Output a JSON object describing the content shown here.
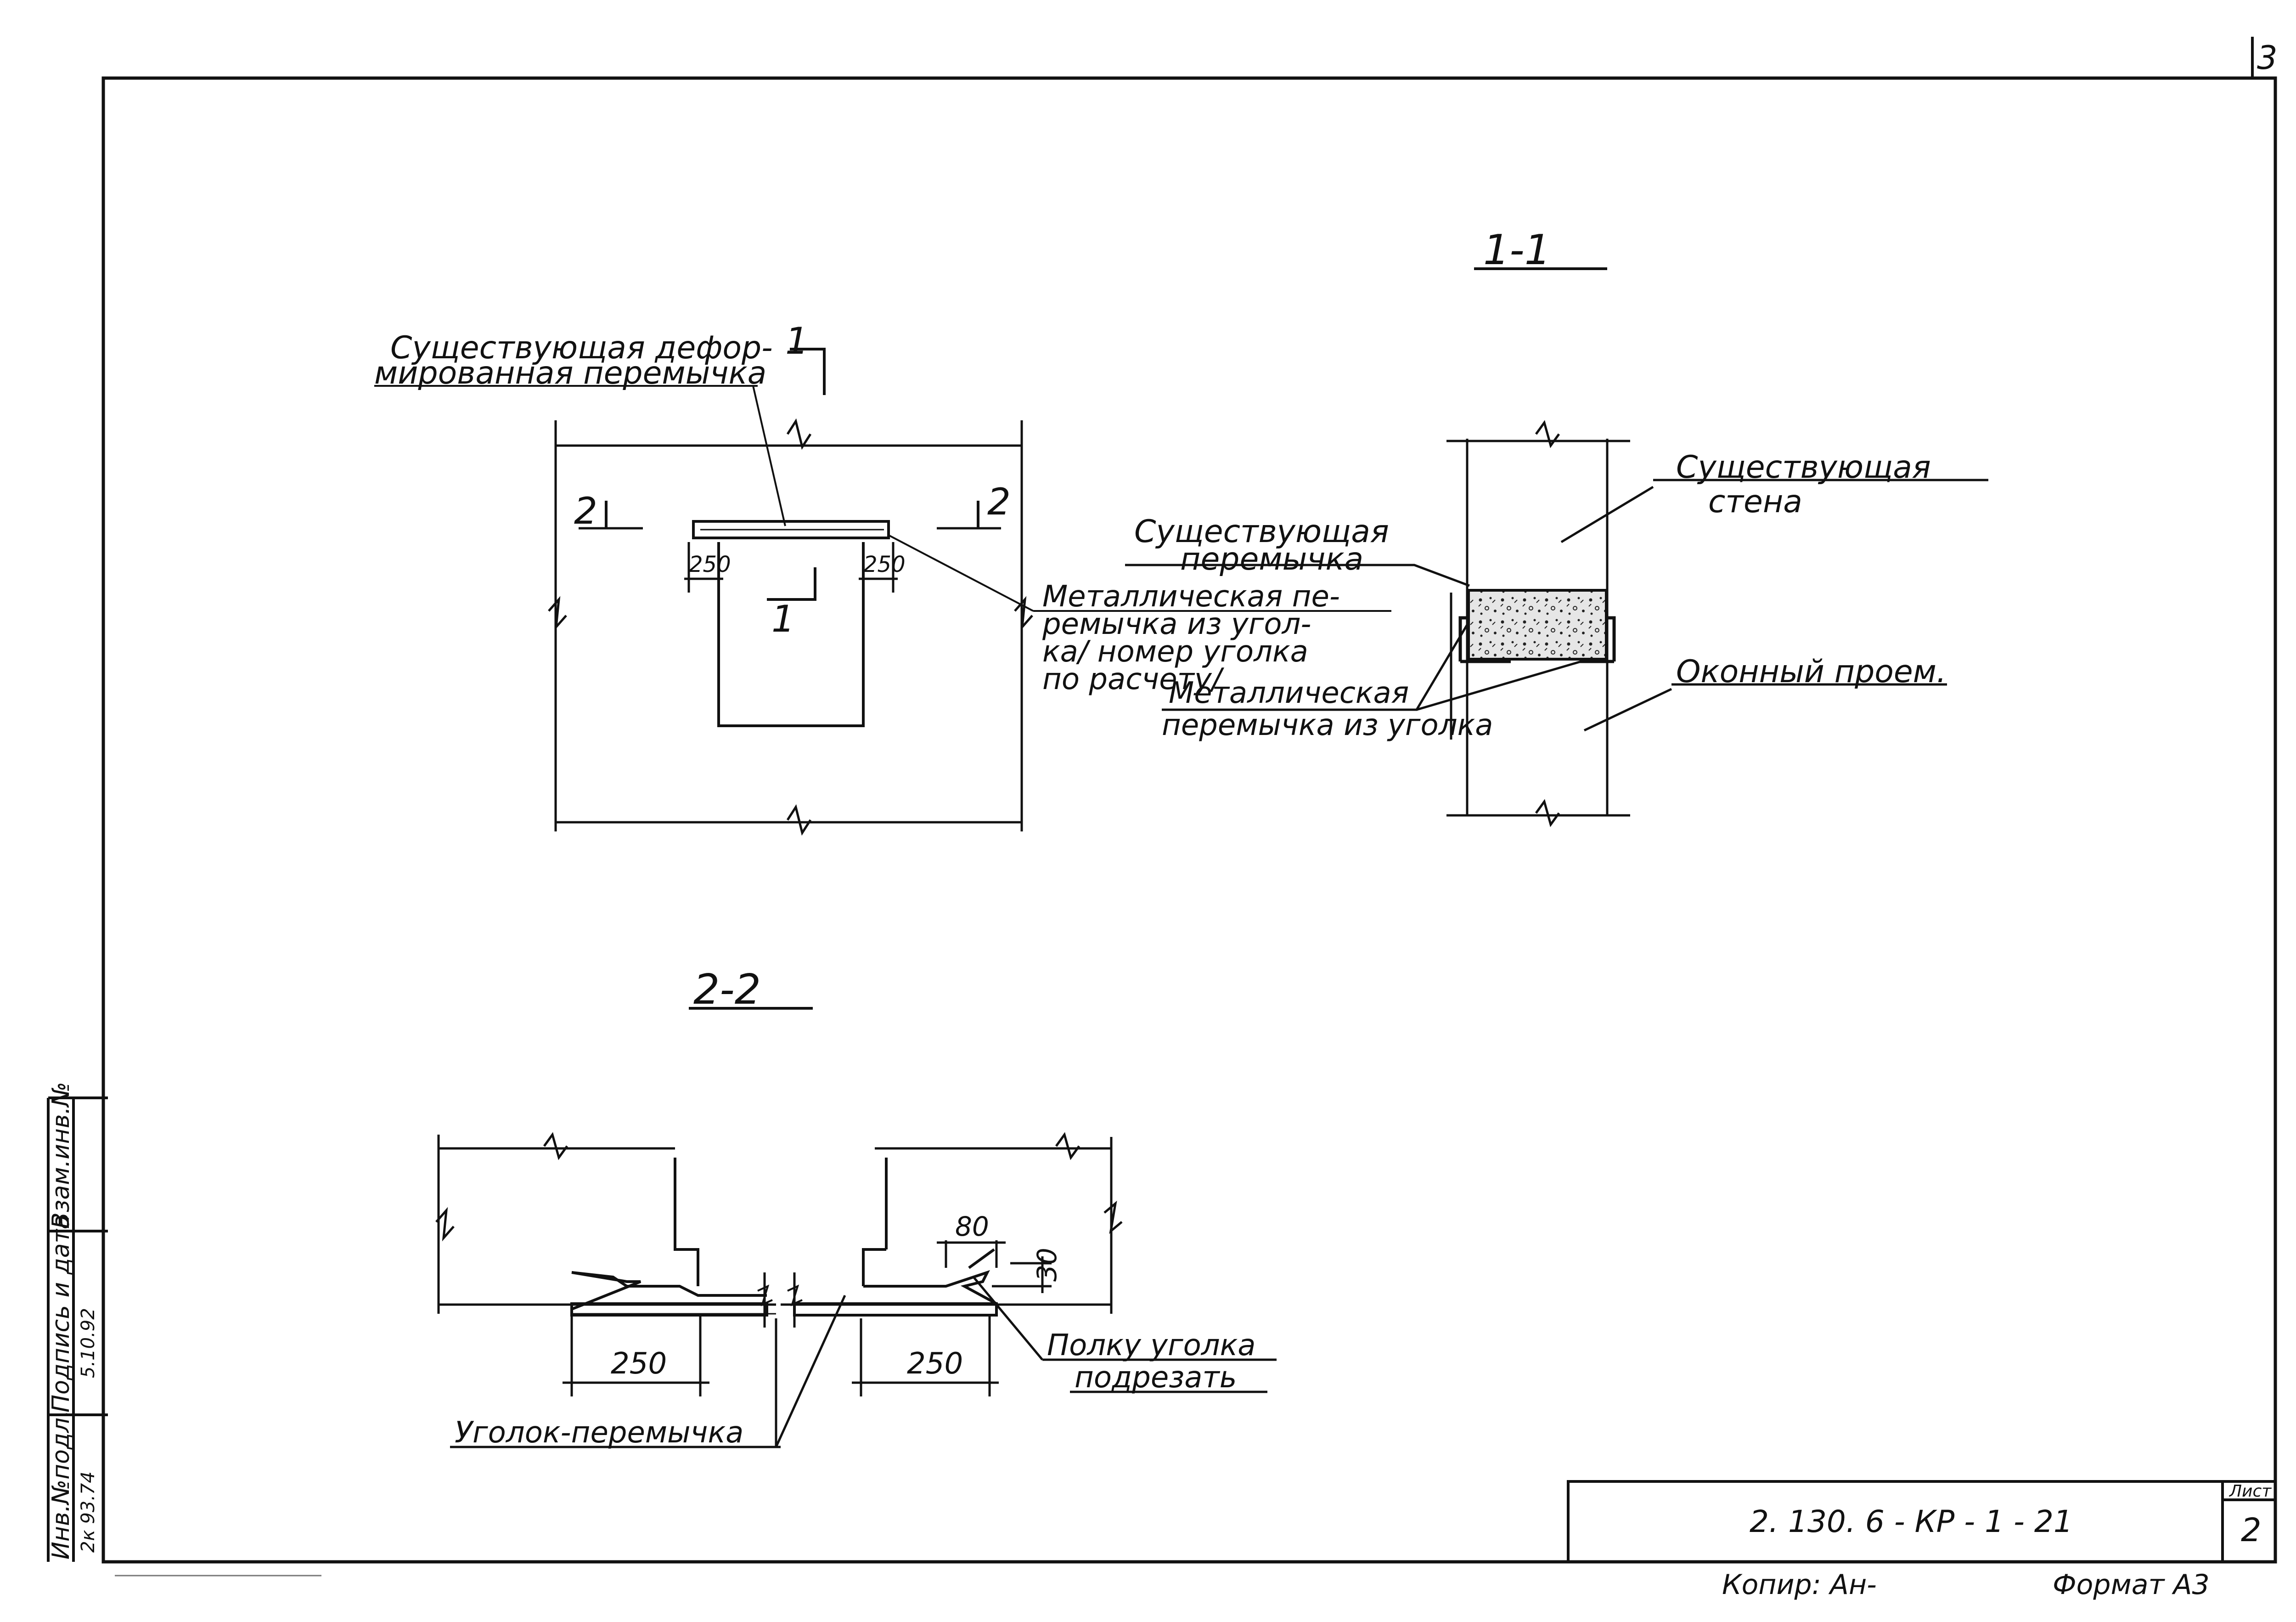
{
  "sheet_corner": "3",
  "section_1_1": {
    "title": "1-1",
    "label_wall": [
      "Существующая",
      "стена"
    ],
    "label_lintel": [
      "Существующая",
      "перемычка"
    ],
    "label_metal_lintel": [
      "Металлическая",
      "перемычка из уголка"
    ],
    "label_opening": "Оконный проем."
  },
  "elevation": {
    "section_marker_top": "1",
    "section_marker_bottom": "1",
    "section_marker_left": "2",
    "section_marker_right": "2",
    "label_deformed": [
      "Существующая дефор-",
      "мированная перемычка"
    ],
    "label_metal": [
      "Металлическая пе-",
      "ремычка из угол-",
      "ка/ номер уголка",
      "по расчету/"
    ],
    "dim_left": "250",
    "dim_right": "250"
  },
  "section_2_2": {
    "title": "2-2",
    "dim_left": "250",
    "dim_right": "250",
    "dim_80": "80",
    "dim_30": "30",
    "label_flange": [
      "Полку уголка",
      "подрезать"
    ],
    "label_angle": "Уголок-перемычка"
  },
  "side_stamp": {
    "col1": "Инв.№подл.",
    "col2": "Подпись и дата",
    "col3": "Взам.инв.№",
    "inv_value": "2к 93.74",
    "sign_value": "5.10.92"
  },
  "title_block": {
    "code": "2. 130. 6 - КР - 1 - 21",
    "sheet_label": "Лист",
    "sheet_no": "2",
    "copied": "Копир: Ан-",
    "format": "Формат А3"
  }
}
